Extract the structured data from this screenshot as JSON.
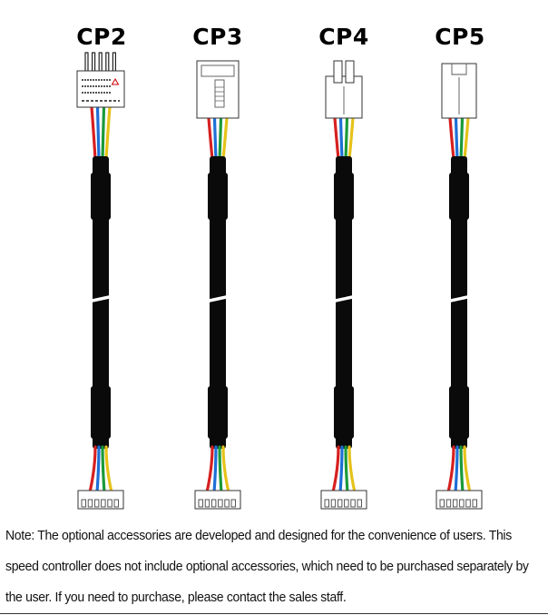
{
  "products": [
    {
      "id": "cp2",
      "label": "CP2",
      "top_connector": "pin-header"
    },
    {
      "id": "cp3",
      "label": "CP3",
      "top_connector": "housing-latch"
    },
    {
      "id": "cp4",
      "label": "CP4",
      "top_connector": "housing-double"
    },
    {
      "id": "cp5",
      "label": "CP5",
      "top_connector": "housing-slim"
    }
  ],
  "wire_colors": [
    "#d62020",
    "#1e6fd6",
    "#1a9a3a",
    "#e6c21a"
  ],
  "cable_color": "#0a0a0a",
  "note": {
    "line1": "Note: The optional accessories are developed and designed for the convenience of users. This",
    "line2": "speed controller does not include optional accessories, which need to be purchased separately by",
    "line3": "the user. If you need to purchase, please contact the sales staff."
  }
}
